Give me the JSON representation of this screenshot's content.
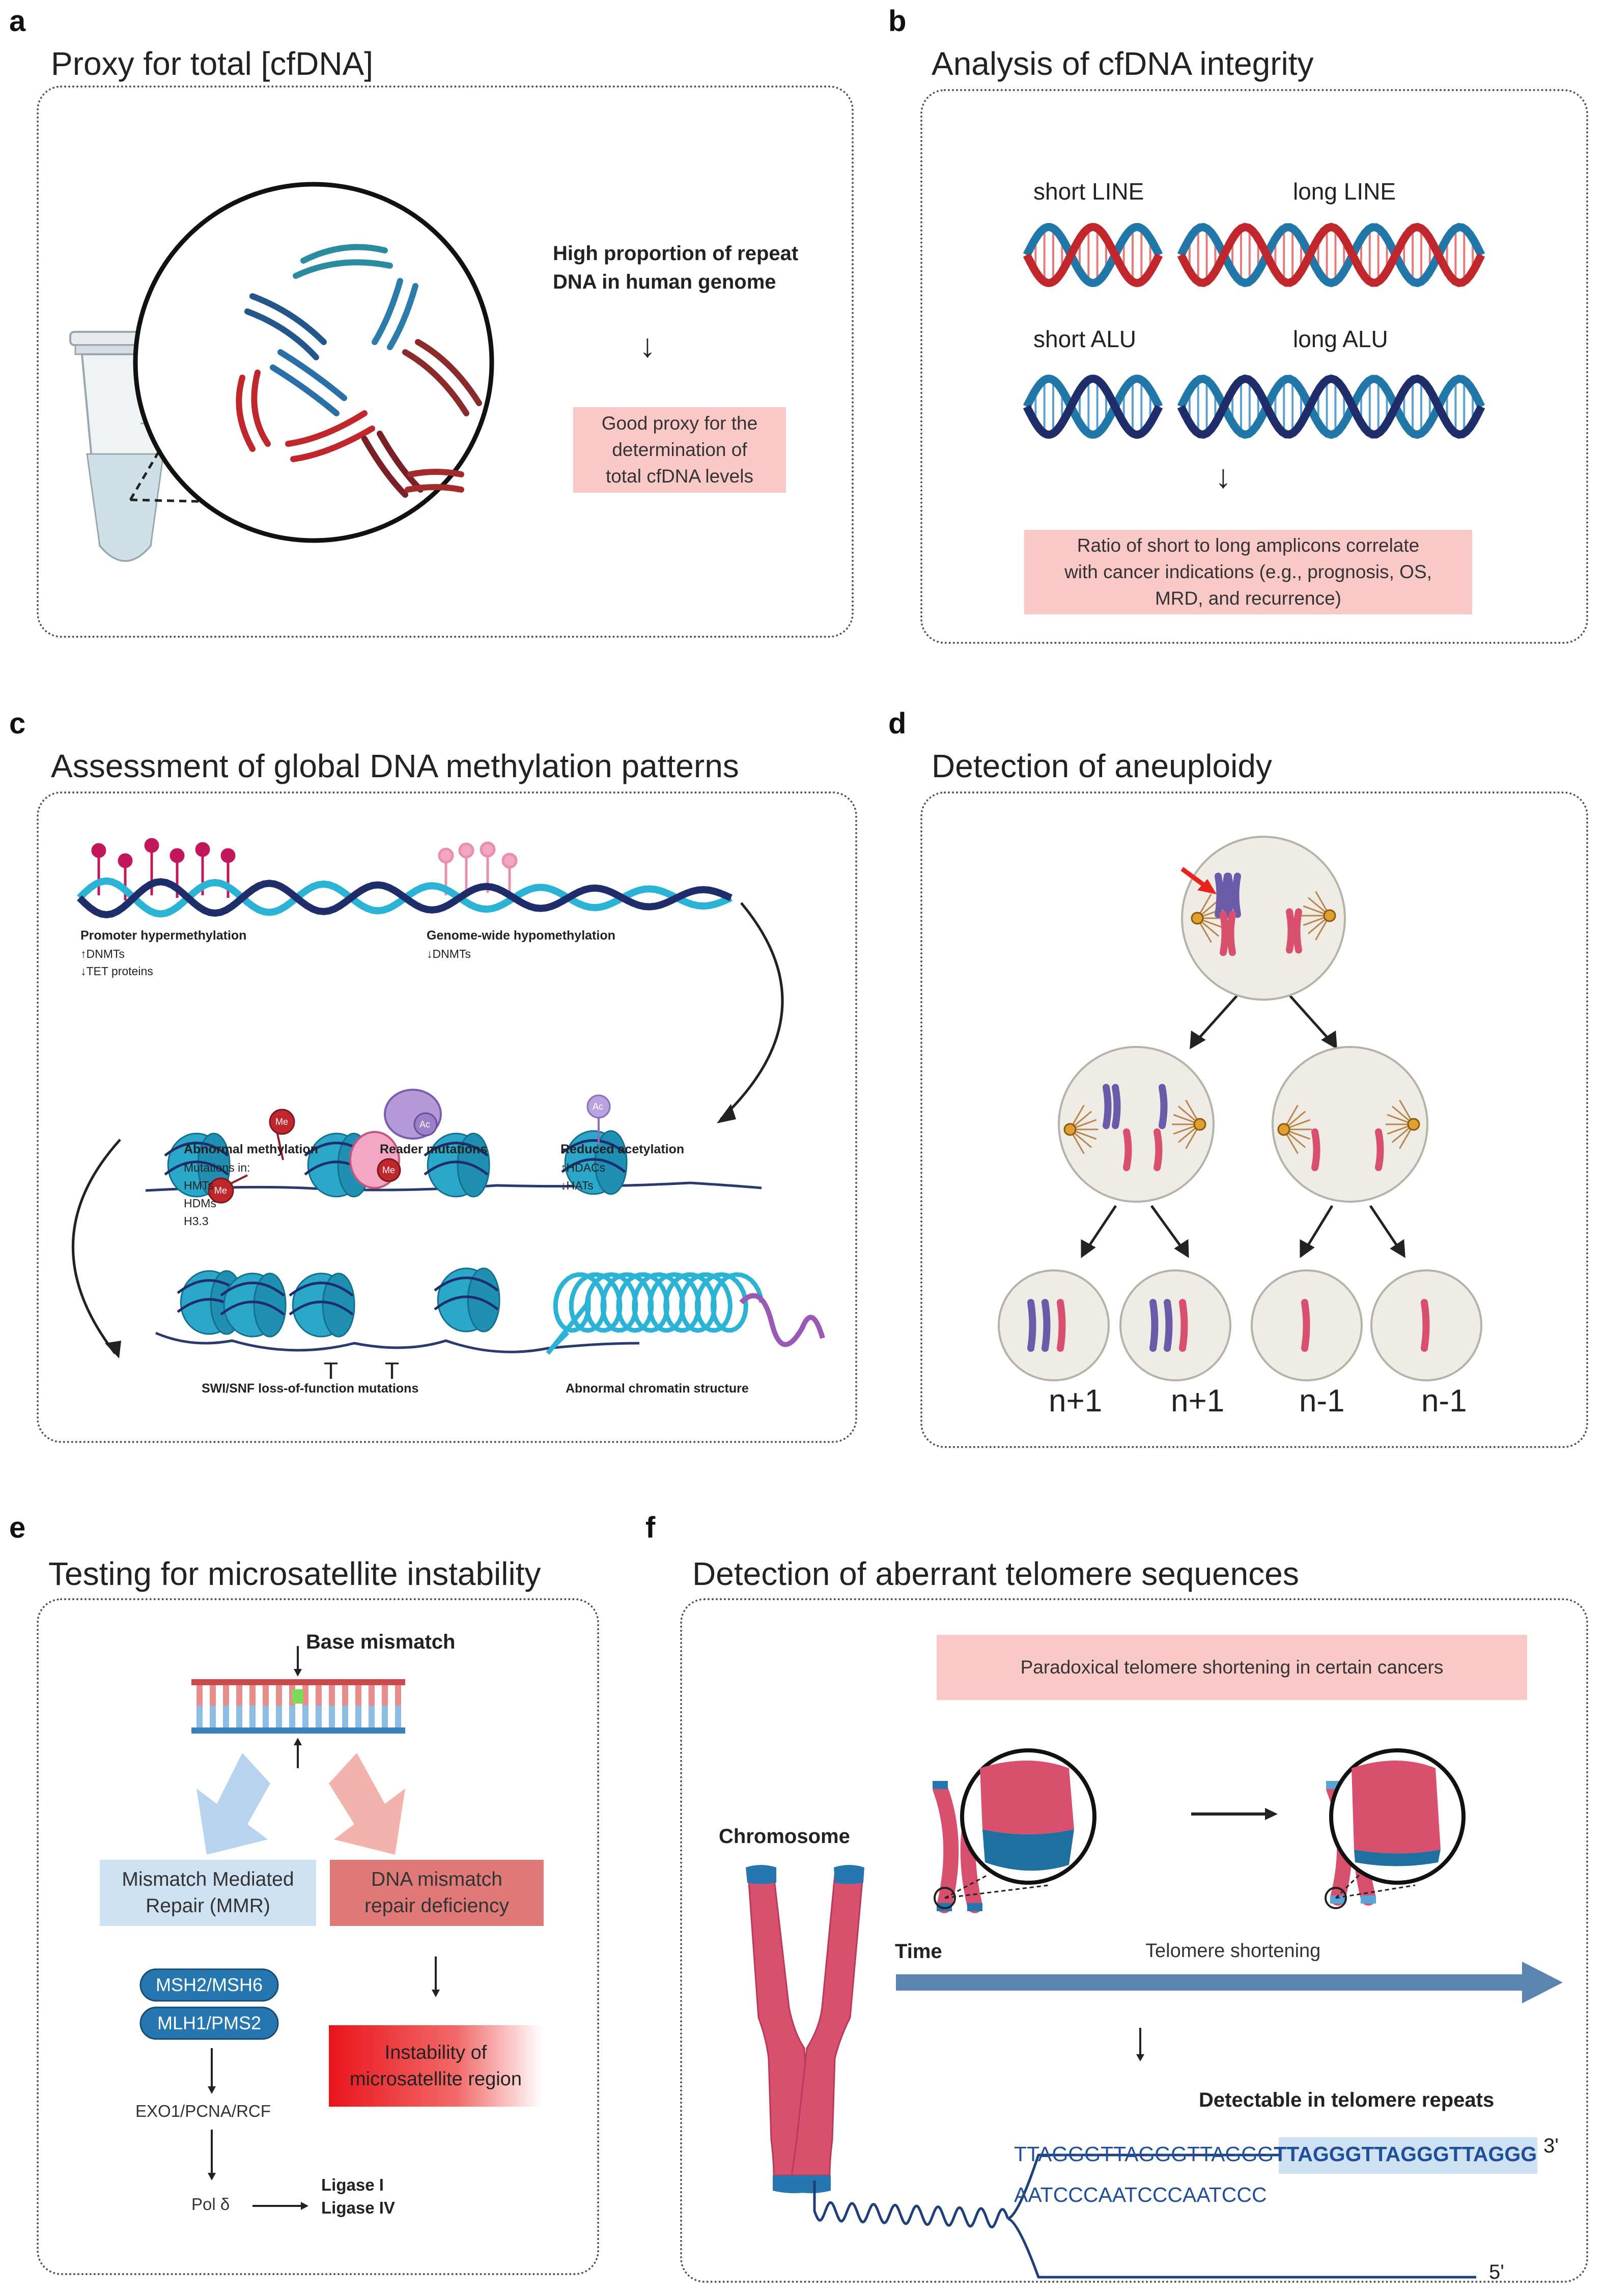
{
  "panels": {
    "a": {
      "letter": "a",
      "title": "Proxy for total [cfDNA]",
      "repeat_text": [
        "High proportion of repeat",
        "DNA in human genome"
      ],
      "arrow": "↓",
      "result_text": [
        "Good proxy for the",
        "determination of",
        "total cfDNA levels"
      ]
    },
    "b": {
      "letter": "b",
      "title": "Analysis of cfDNA integrity",
      "short_line": "short LINE",
      "long_line": "long LINE",
      "short_alu": "short ALU",
      "long_alu": "long ALU",
      "arrow": "↓",
      "result_text": [
        "Ratio of short to long amplicons correlate",
        "with cancer indications (e.g., prognosis, OS,",
        "MRD, and recurrence)"
      ]
    },
    "c": {
      "letter": "c",
      "title": "Assessment of global DNA methylation patterns",
      "promoter_title": "Promoter hypermethylation",
      "promoter_l1": "↑DNMTs",
      "promoter_l2": "↓TET proteins",
      "genome_title": "Genome-wide hypomethylation",
      "genome_l1": "↓DNMTs",
      "abn_title": "Abnormal methylation",
      "abn_l1": "Mutations in:",
      "abn_l2": "HMTs",
      "abn_l3": "HDMs",
      "abn_l4": "H3.3",
      "reader_title": "Reader mutations",
      "reduced_title": "Reduced acetylation",
      "reduced_l1": "↑HDACs",
      "reduced_l2": "↓HATs",
      "swi_title": "SWI/SNF loss-of-function mutations",
      "chromatin_title": "Abnormal chromatin structure",
      "me": "Me",
      "ac": "Ac"
    },
    "d": {
      "letter": "d",
      "title": "Detection of aneuploidy",
      "labels": [
        "n+1",
        "n+1",
        "n-1",
        "n-1"
      ]
    },
    "e": {
      "letter": "e",
      "title": "Testing for microsatellite instability",
      "base_mismatch": "Base mismatch",
      "mmr": [
        "Mismatch Mediated",
        "Repair (MMR)"
      ],
      "deficiency": [
        "DNA mismatch",
        "repair deficiency"
      ],
      "msh": "MSH2/MSH6",
      "mlh": "MLH1/PMS2",
      "exo": "EXO1/PCNA/RCF",
      "pol": "Pol δ",
      "ligase1": "Ligase I",
      "ligase4": "Ligase IV",
      "instability": [
        "Instability of",
        "microsatellite region"
      ]
    },
    "f": {
      "letter": "f",
      "title": "Detection of aberrant telomere sequences",
      "paradox": "Paradoxical telomere shortening in certain cancers",
      "chromosome": "Chromosome",
      "time": "Time",
      "shortening": "Telomere shortening",
      "detectable": "Detectable in telomere repeats",
      "seq_top_plain": "TTAGGGTTAGGGTTAGGG",
      "seq_top_bold": "TTAGGGTTAGGGTTAGGG",
      "seq_bottom": "AATCCCAATCCCAATCCC",
      "three_prime": "3'",
      "five_prime": "5'"
    }
  },
  "colors": {
    "pink_box": "#f9c9c7",
    "dna_red": "#c0272d",
    "dna_blue": "#2178a8",
    "dna_navy": "#1f2d6b",
    "nucleosome": "#2aa7c9",
    "chromo_pink": "#d8506e",
    "mmr_box": "#cfe2f3",
    "def_box": "#e07a78"
  }
}
